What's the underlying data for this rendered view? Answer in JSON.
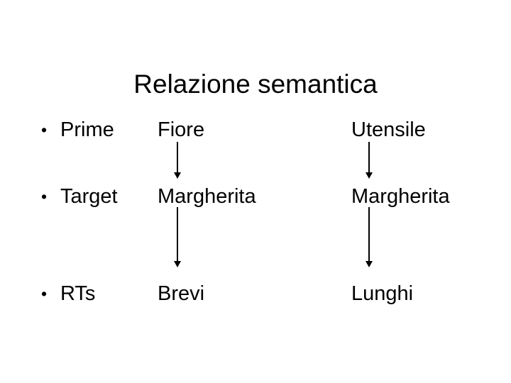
{
  "slide": {
    "title": "Relazione semantica",
    "background_color": "#ffffff",
    "text_color": "#000000",
    "bullet_glyph": "•"
  },
  "rows": [
    {
      "label": "Prime",
      "middle": "Fiore",
      "right": "Utensile"
    },
    {
      "label": "Target",
      "middle": "Margherita",
      "right": "Margherita"
    },
    {
      "label": "RTs",
      "middle": "Brevi",
      "right": "Lunghi"
    }
  ],
  "arrows": [
    {
      "name": "arrow-middle-prime-to-target",
      "column": "middle",
      "from": "Fiore",
      "to": "Margherita",
      "direction": "down"
    },
    {
      "name": "arrow-right-prime-to-target",
      "column": "right",
      "from": "Utensile",
      "to": "Margherita",
      "direction": "down"
    },
    {
      "name": "arrow-middle-target-to-rts",
      "column": "middle",
      "from": "Margherita",
      "to": "Brevi",
      "direction": "down"
    },
    {
      "name": "arrow-right-target-to-rts",
      "column": "right",
      "from": "Margherita",
      "to": "Lunghi",
      "direction": "down"
    }
  ]
}
